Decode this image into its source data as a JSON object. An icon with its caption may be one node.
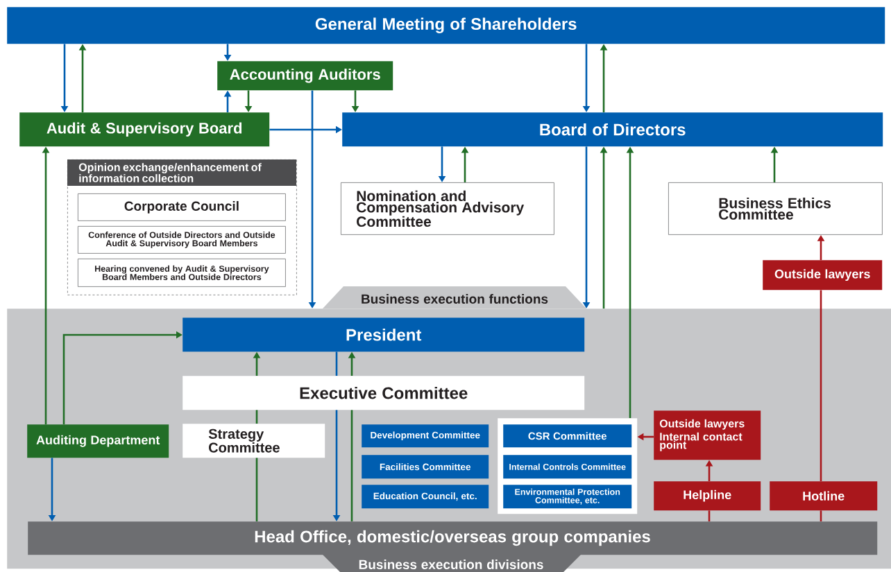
{
  "diagram": {
    "nodes": [
      {
        "text": [
          "General Meeting of Shareholders"
        ]
      },
      {
        "text": [
          "Accounting Auditors"
        ]
      },
      {
        "text": [
          "Audit & Supervisory Board"
        ]
      },
      {
        "text": [
          "Board of Directors"
        ]
      },
      {
        "text": [
          "Opinion exchange/enhancement of information collection"
        ]
      },
      {
        "text": [
          "Corporate Council"
        ],
        "in": 4
      },
      {
        "text": [
          "Conference of Outside Directors and Outside Audit & Supervisory Board Members"
        ],
        "in": 4
      },
      {
        "text": [
          "Hearing convened by Audit & Supervisory Board Members and Outside Directors"
        ],
        "in": 4
      },
      {
        "text": [
          "Nomination and Compensation Advisory Committee"
        ]
      },
      {
        "text": [
          "Business Ethics Committee"
        ]
      },
      {
        "text": [
          "Outside lawyers"
        ]
      },
      {
        "text": [
          "Business execution functions"
        ]
      },
      {
        "text": [
          "President"
        ],
        "in": 11
      },
      {
        "text": [
          "Executive Committee"
        ],
        "in": 11
      },
      {
        "text": [
          "Auditing Department"
        ],
        "in": 11
      },
      {
        "text": [
          "Strategy Committee"
        ],
        "in": 11
      },
      {
        "text": [
          "Development Committee"
        ],
        "in": 11
      },
      {
        "text": [
          "Facilities Committee"
        ],
        "in": 11
      },
      {
        "text": [
          "Education Council, etc."
        ],
        "in": 11
      },
      {
        "text": [],
        "shape": "box",
        "in": 11
      },
      {
        "text": [
          "CSR Committee"
        ],
        "in": 19
      },
      {
        "text": [
          "Internal Controls Committee"
        ],
        "in": 19
      },
      {
        "text": [
          "Environmental Protection Committee, etc."
        ],
        "in": 19
      },
      {
        "text": [
          "Outside lawyers",
          "Internal contact point"
        ],
        "in": 11
      },
      {
        "text": [
          "Helpline"
        ],
        "in": 11
      },
      {
        "text": [
          "Hotline"
        ],
        "in": 11
      },
      {
        "text": [
          "Head Office, domestic/overseas group companies",
          "Business execution divisions"
        ],
        "in": 11
      }
    ],
    "edges": [
      {
        "from": 0,
        "to": 2,
        "arrow": "to",
        "color": "#005eb0"
      },
      {
        "from": 2,
        "to": 0,
        "arrow": "to"
      },
      {
        "from": 0,
        "to": 1,
        "arrow": "to",
        "color": "#005eb0"
      },
      {
        "from": 2,
        "to": 1,
        "arrow": "to",
        "color": "#005eb0"
      },
      {
        "from": 1,
        "to": 2,
        "arrow": "to"
      },
      {
        "from": 1,
        "to": 3,
        "arrow": "to"
      },
      {
        "from": 2,
        "to": 3,
        "arrow": "to",
        "color": "#005eb0"
      },
      {
        "from": 1,
        "to": 11,
        "arrow": "to",
        "color": "#005eb0"
      },
      {
        "from": 0,
        "to": 3,
        "arrow": "to",
        "color": "#005eb0"
      },
      {
        "from": 3,
        "to": 0,
        "arrow": "to"
      },
      {
        "from": 3,
        "to": 8,
        "arrow": "to",
        "color": "#005eb0"
      },
      {
        "from": 8,
        "to": 3,
        "arrow": "to"
      },
      {
        "from": 3,
        "to": 11,
        "arrow": "to",
        "color": "#005eb0"
      },
      {
        "from": 11,
        "to": 3,
        "arrow": "to"
      },
      {
        "from": 19,
        "to": 3,
        "arrow": "to"
      },
      {
        "from": 9,
        "to": 3,
        "arrow": "to"
      },
      {
        "from": 10,
        "to": 9,
        "arrow": "to",
        "color": "#a9171c"
      },
      {
        "from": 25,
        "to": 10,
        "arrow": "none",
        "color": "#a9171c"
      },
      {
        "from": 26,
        "to": 25,
        "arrow": "none",
        "color": "#a9171c"
      },
      {
        "from": 24,
        "to": 23,
        "arrow": "to",
        "color": "#a9171c"
      },
      {
        "from": 26,
        "to": 24,
        "arrow": "none",
        "color": "#a9171c"
      },
      {
        "from": 23,
        "to": 19,
        "arrow": "to",
        "color": "#a9171c"
      },
      {
        "from": 14,
        "to": 2,
        "arrow": "to"
      },
      {
        "from": 14,
        "to": 12,
        "arrow": "to"
      },
      {
        "from": 14,
        "to": 26,
        "arrow": "to",
        "color": "#005eb0"
      },
      {
        "from": 26,
        "to": 15,
        "arrow": "none"
      },
      {
        "from": 15,
        "to": 13,
        "arrow": "none"
      },
      {
        "from": 13,
        "to": 12,
        "arrow": "to"
      },
      {
        "from": 12,
        "to": 13,
        "arrow": "none",
        "color": "#005eb0"
      },
      {
        "from": 13,
        "to": 26,
        "arrow": "to",
        "color": "#005eb0"
      },
      {
        "from": 26,
        "to": 13,
        "arrow": "none"
      },
      {
        "from": 13,
        "to": 12,
        "arrow": "to"
      }
    ]
  }
}
